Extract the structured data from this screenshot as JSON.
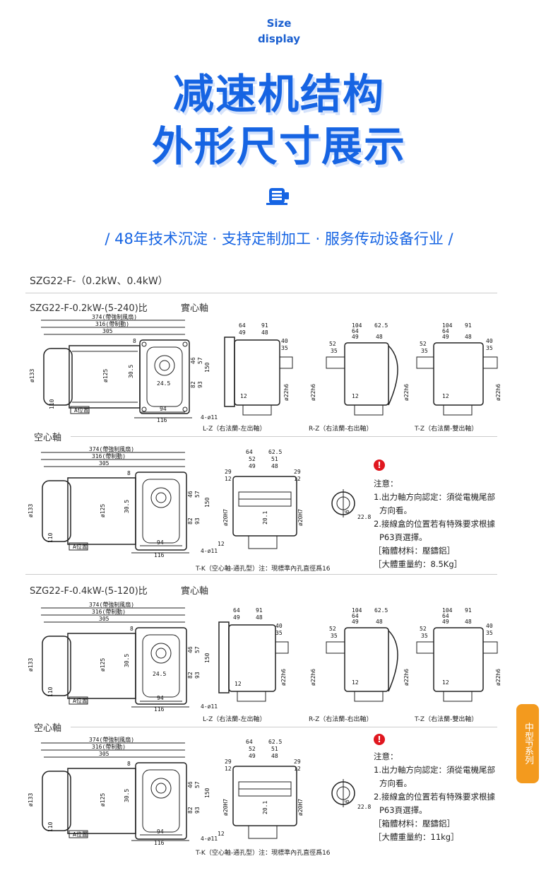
{
  "header": {
    "en_line1": "Size",
    "en_line2": "display",
    "title_line1": "减速机结构",
    "title_line2": "外形尺寸展示",
    "slogan": "/ 48年技术沉淀 · 支持定制加工 · 服务传动设备行业 /"
  },
  "section": {
    "title": "SZG22-F-（0.2kW、0.4kW）"
  },
  "block1": {
    "solid_label": "SZG22-F-0.2kW-(5-240)比",
    "solid_shaft": "實心軸",
    "hollow_label": "空心軸",
    "caption_lz": "L-Z（右法蘭-左出軸）",
    "caption_rz": "R-Z（右法蘭-右出軸）",
    "caption_tz": "T-Z（右法蘭-雙出軸）",
    "caption_tk": "T-K（空心軸-通孔型）注：現標準內孔直徑爲16",
    "weight": "［大體重量約：8.5Kg］"
  },
  "block2": {
    "solid_label": "SZG22-F-0.4kW-(5-120)比",
    "solid_shaft": "實心軸",
    "hollow_label": "空心軸",
    "caption_lz": "L-Z（右法蘭-左出軸）",
    "caption_rz": "R-Z（右法蘭-右出軸）",
    "caption_tz": "T-Z（右法蘭-雙出軸）",
    "caption_tk": "T-K（空心軸-通孔型）注：現標準內孔直徑爲16",
    "weight": "［大體重量約：11kg］"
  },
  "notes": {
    "mark": "!",
    "title": "注意：",
    "line1": "1.出力軸方向認定：須從電機尾部",
    "line1b": "方向看。",
    "line2": "2.接線盒的位置若有特殊要求根據",
    "line2b": "P63頁選擇。",
    "material": "［箱體材料：壓鑄鋁］"
  },
  "dims": {
    "d374": "374(帶強制風扇)",
    "d316": "316(帶制動)",
    "d305": "305",
    "d8": "8",
    "d133": "ø133",
    "d110": "110",
    "d125": "ø125",
    "d305b": "30.5",
    "d245": "24.5",
    "d94": "94",
    "d116": "116",
    "d46": "46",
    "d57": "57",
    "d150": "150",
    "d82": "82",
    "d93": "93",
    "d6": "6",
    "hole": "4-ø11",
    "apos": "A位置",
    "d64": "64",
    "d91": "91",
    "d49": "49",
    "d48": "48",
    "d40": "40",
    "d35": "35",
    "d12": "12",
    "d22": "ø22h6",
    "d104": "104",
    "d625": "62.5",
    "d52": "52",
    "d51": "51",
    "d29": "29",
    "d20H7": "ø20H7",
    "d201": "20.1",
    "d228": "22.8"
  },
  "side_tab": {
    "label": "中型F系列"
  }
}
